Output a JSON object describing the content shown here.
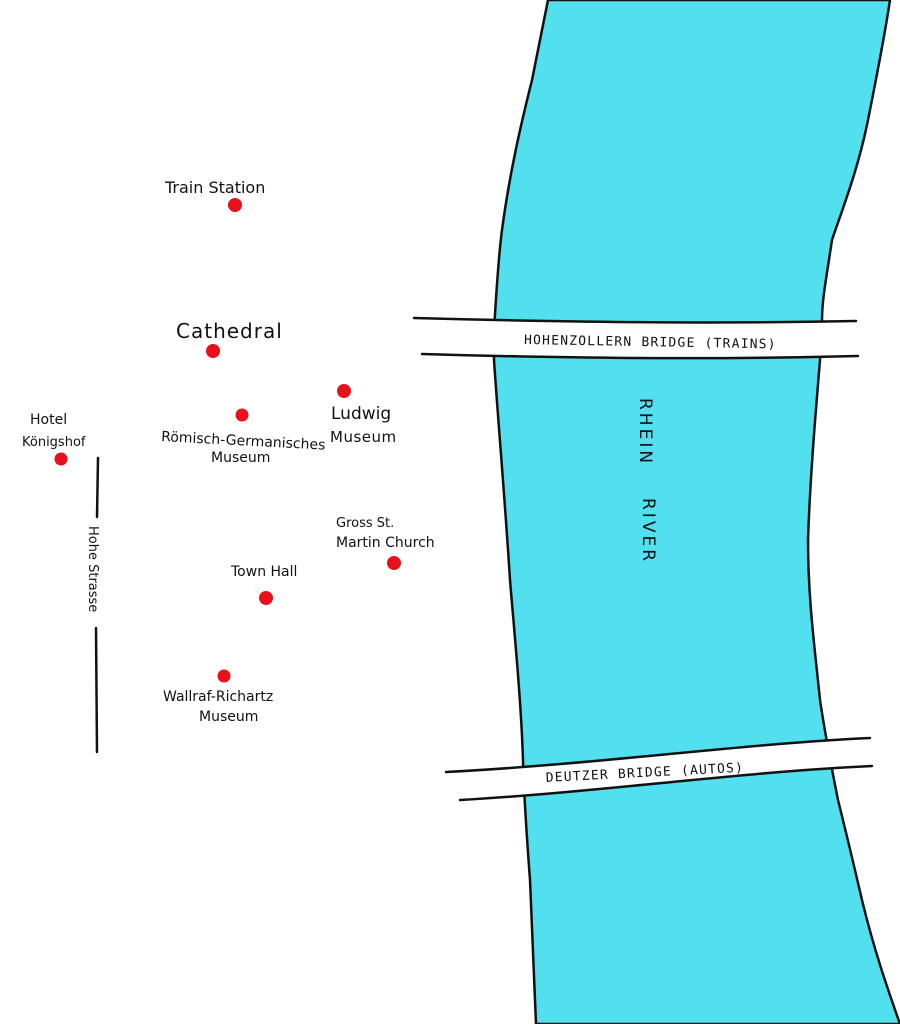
{
  "map": {
    "colors": {
      "river": "#52e0ee",
      "ink": "#111111",
      "poi": "#e8101a",
      "background": "#ffffff"
    },
    "river": {
      "label_line1": "RHEIN",
      "label_line2": "RIVER"
    },
    "bridges": {
      "hohenzollern": "HOHENZOLLERN BRIDGE (TRAINS)",
      "deutzer": "DEUTZER BRIDGE (AUTOS)"
    },
    "street": {
      "label": "Hohe Strasse"
    },
    "places": {
      "train_station": {
        "label": "Train Station"
      },
      "cathedral": {
        "label": "Cathedral"
      },
      "hotel": {
        "line1": "Hotel",
        "line2": "Königshof"
      },
      "romisch": {
        "line1": "Römisch-Germanisches",
        "line2": "Museum"
      },
      "ludwig": {
        "line1": "Ludwig",
        "line2": "Museum"
      },
      "gross_st_martin": {
        "line1": "Gross St.",
        "line2": "Martin Church"
      },
      "town_hall": {
        "label": "Town Hall"
      },
      "wallraf": {
        "line1": "Wallraf-Richartz",
        "line2": "Museum"
      }
    }
  }
}
